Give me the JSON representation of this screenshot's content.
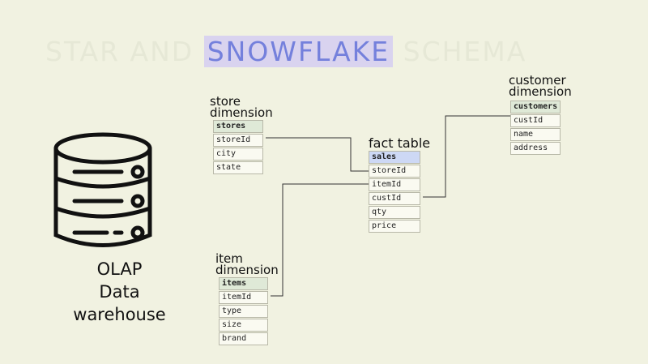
{
  "title": {
    "pre": "STAR AND ",
    "highlight": "SNOWFLAKE",
    "post": " SCHEMA"
  },
  "olap": {
    "line1": "OLAP",
    "line2": "Data warehouse"
  },
  "store": {
    "label1": "store",
    "label2": "dimension",
    "name": "stores",
    "fields": [
      "storeId",
      "city",
      "state"
    ]
  },
  "fact": {
    "label": "fact table",
    "name": "sales",
    "fields": [
      "storeId",
      "itemId",
      "custId",
      "qty",
      "price"
    ]
  },
  "customer": {
    "label1": "customer",
    "label2": "dimension",
    "name": "customers",
    "fields": [
      "custId",
      "name",
      "address"
    ]
  },
  "item": {
    "label1": "item",
    "label2": "dimension",
    "name": "items",
    "fields": [
      "itemId",
      "type",
      "size",
      "brand"
    ]
  }
}
